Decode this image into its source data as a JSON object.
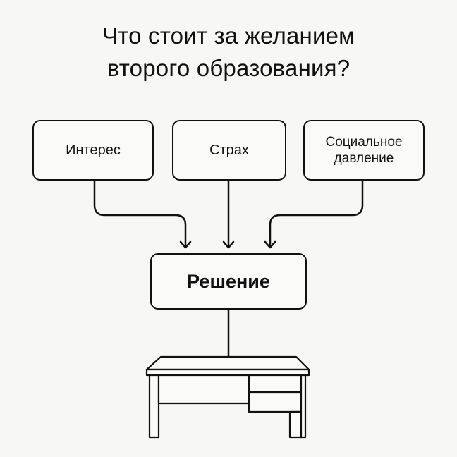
{
  "title": {
    "line1": "Что стоит за желанием",
    "line2": "второго образования?"
  },
  "nodes": {
    "interest": "Интерес",
    "fear": "Страх",
    "social_line1": "Социальное",
    "social_line2": "давление",
    "decision": "Решение"
  },
  "icons": {
    "desk": "desk-icon"
  }
}
